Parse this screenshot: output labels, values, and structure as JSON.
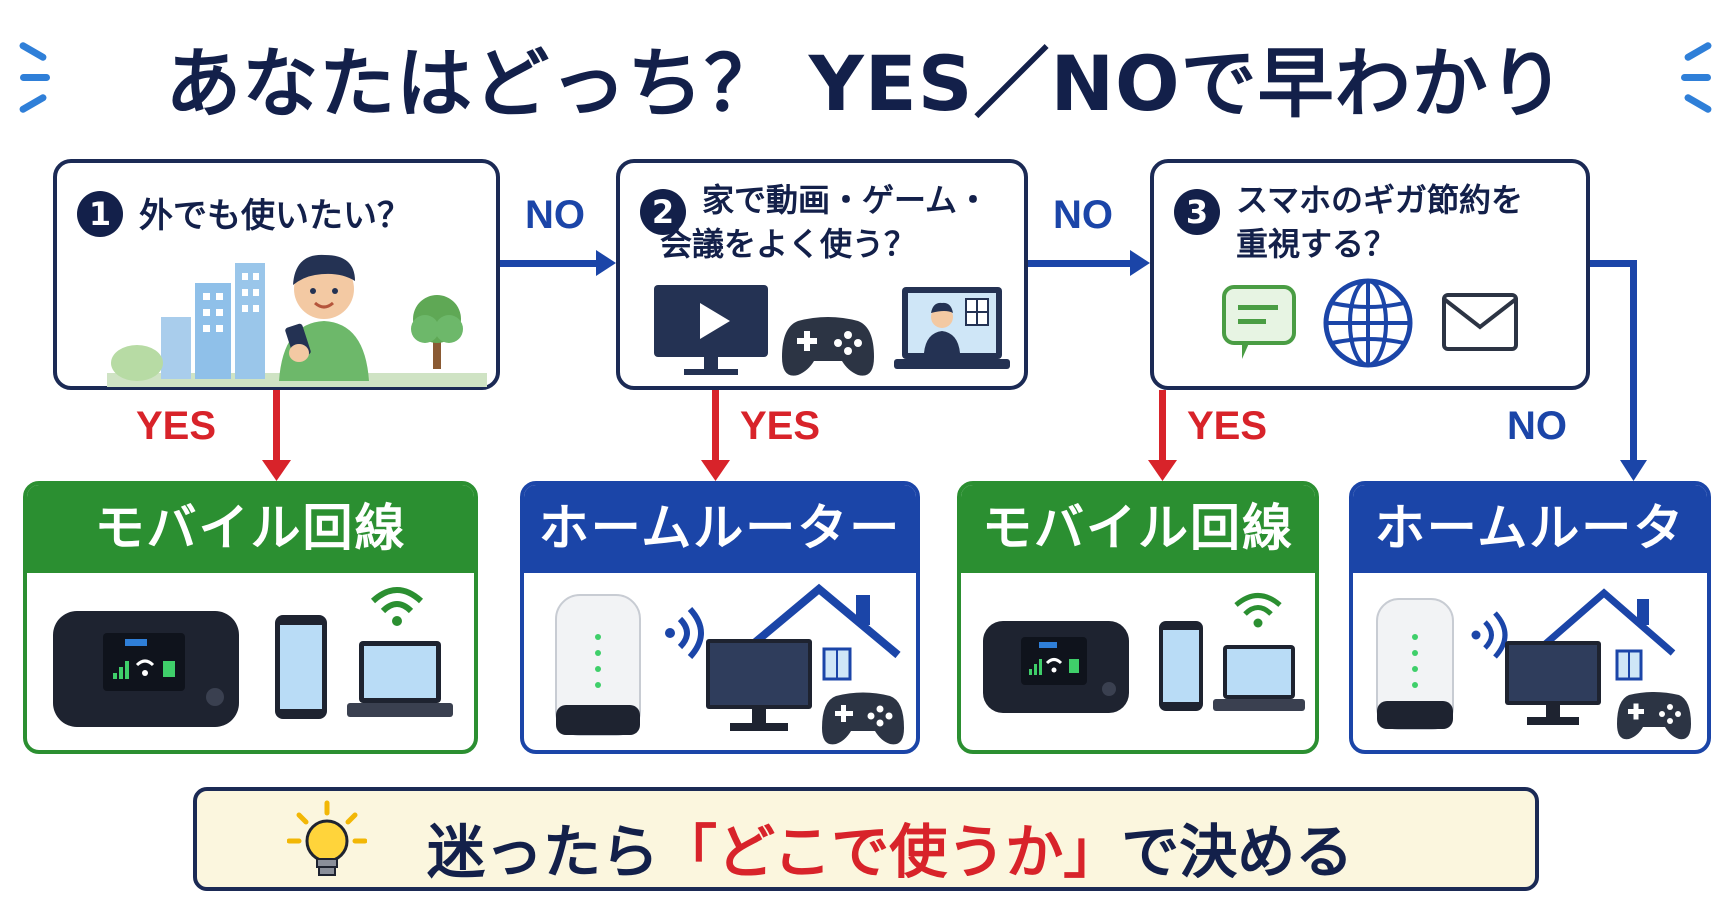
{
  "title": "あなたはどっち？ YES／NOで早わかり",
  "questions": [
    {
      "number": "1",
      "text_line1": "外でも使いたい？",
      "text_line2": ""
    },
    {
      "number": "2",
      "text_line1": "家で動画・ゲーム・",
      "text_line2": "会議をよく使う？"
    },
    {
      "number": "3",
      "text_line1": "スマホのギガ節約を",
      "text_line2": "重視する？"
    }
  ],
  "labels": {
    "yes": "YES",
    "no": "NO"
  },
  "results": [
    {
      "title": "モバイル回線",
      "type": "mobile"
    },
    {
      "title": "ホームルーター",
      "type": "home"
    },
    {
      "title": "モバイル回線",
      "type": "mobile"
    },
    {
      "title": "ホームルーター",
      "type": "home"
    }
  ],
  "bottom": {
    "prefix": "迷ったら",
    "highlight": "「どこで使うか」",
    "suffix": "で決める"
  },
  "colors": {
    "navy": "#13204a",
    "blue": "#1b45a8",
    "red": "#d8232a",
    "green": "#2b8f31",
    "accent": "#2f7fd8",
    "note_bg": "#fbf6de"
  },
  "icons": [
    "building-icon",
    "person-phone-icon",
    "tree-icon",
    "tv-play-icon",
    "gamepad-icon",
    "video-call-icon",
    "chat-icon",
    "globe-icon",
    "mail-icon",
    "mobile-router-icon",
    "smartphone-icon",
    "laptop-icon",
    "wifi-icon",
    "home-router-icon",
    "house-icon",
    "monitor-icon",
    "lightbulb-icon"
  ]
}
